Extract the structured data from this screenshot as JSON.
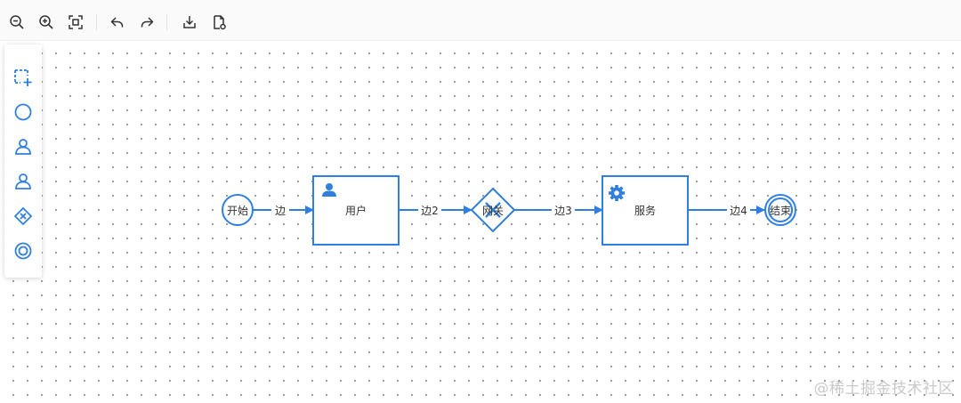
{
  "toolbar": {
    "items": [
      "zoom-out-icon",
      "zoom-in-icon",
      "fit-view-icon",
      "undo-icon",
      "redo-icon",
      "download-icon",
      "export-file-icon"
    ]
  },
  "palette": {
    "items": [
      "selection-icon",
      "start-event-icon",
      "user-task-icon",
      "service-task-icon",
      "gateway-icon",
      "end-event-icon"
    ]
  },
  "diagram": {
    "start_node": "开始",
    "user_task": "用户",
    "gateway": "网关",
    "service_task": "服务",
    "end_node": "结束",
    "edge1": "边",
    "edge2": "边2",
    "edge3": "边3",
    "edge4": "边4"
  },
  "colors": {
    "accent": "#2f7fe0"
  },
  "watermark": "@稀土掘金技术社区"
}
